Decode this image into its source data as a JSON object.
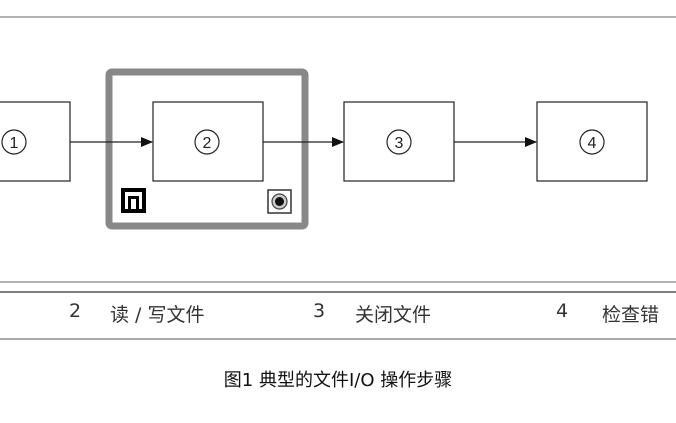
{
  "steps": [
    {
      "number": "1"
    },
    {
      "number": "2"
    },
    {
      "number": "3"
    },
    {
      "number": "4"
    }
  ],
  "legend": [
    {
      "number": "2",
      "label": "读 / 写文件"
    },
    {
      "number": "3",
      "label": "关闭文件"
    },
    {
      "number": "4",
      "label": "检查错"
    }
  ],
  "caption": "图1 典型的文件I/O 操作步骤",
  "colors": {
    "line": "#222222",
    "loop_frame": "#888888",
    "rule": "#555555",
    "background": "#ffffff"
  },
  "icons": {
    "loop_count": "loop-iteration-icon",
    "loop_stop": "loop-stop-condition-icon"
  }
}
